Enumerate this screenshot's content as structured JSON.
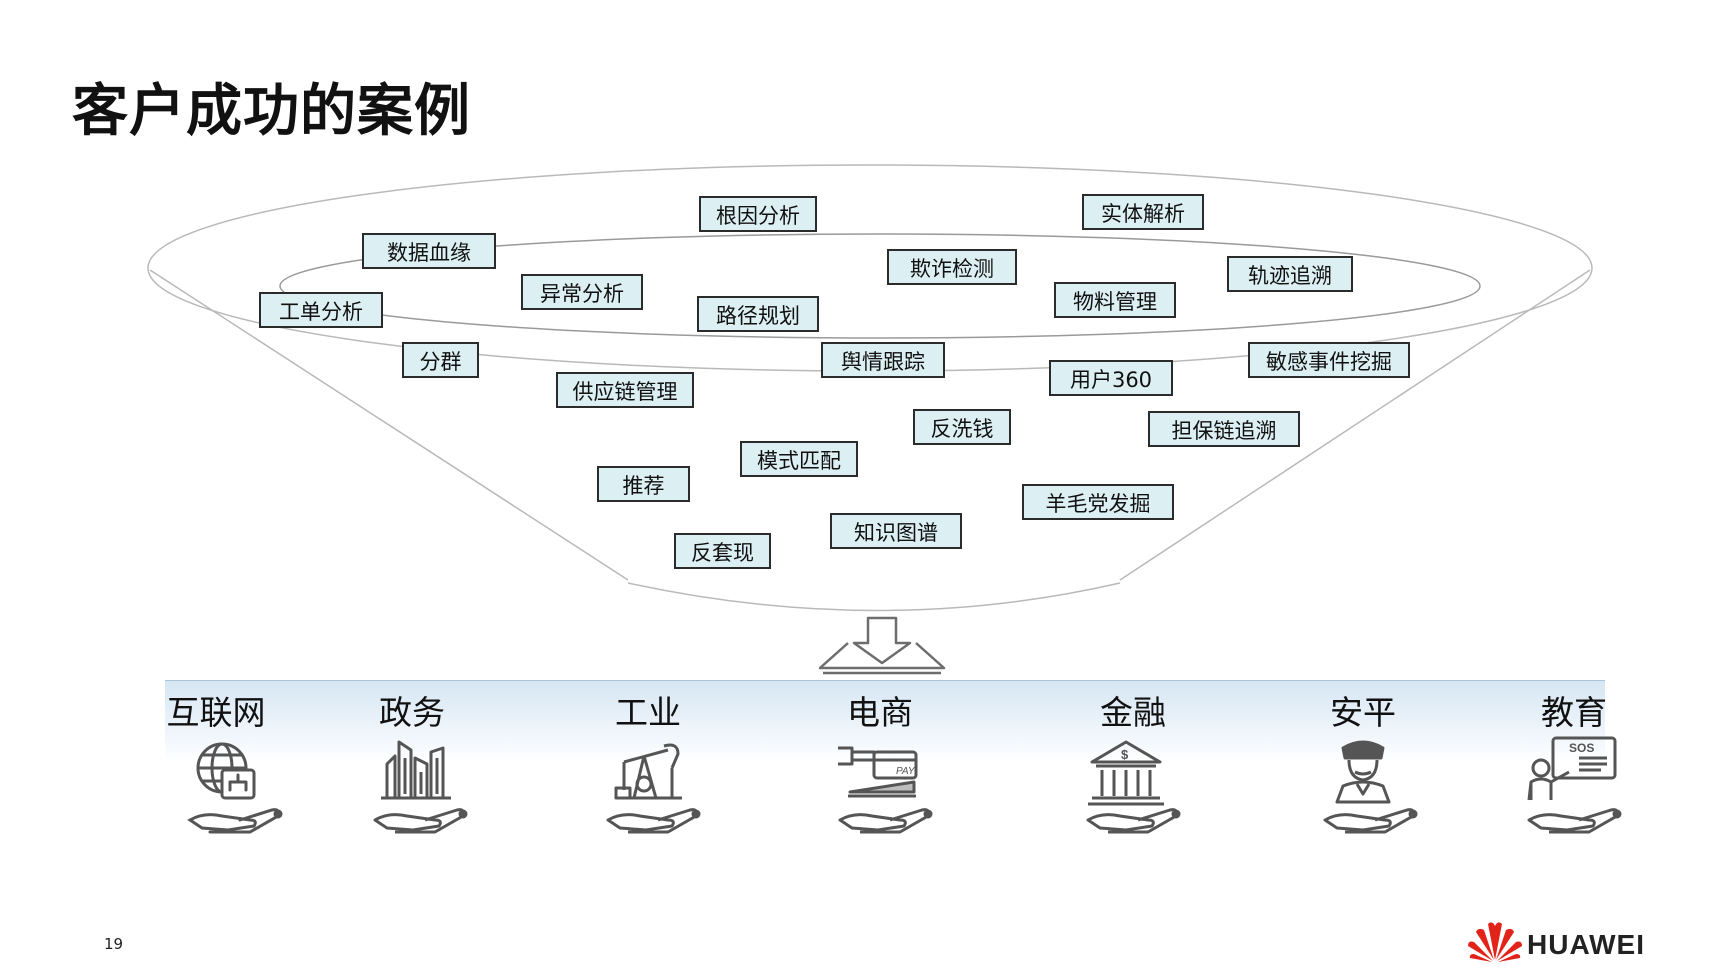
{
  "page": {
    "title": "客户成功的案例",
    "page_number": "19",
    "brand": "HUAWEI"
  },
  "funnel": {
    "tags": [
      "根因分析",
      "实体解析",
      "数据血缘",
      "欺诈检测",
      "轨迹追溯",
      "异常分析",
      "物料管理",
      "工单分析",
      "路径规划",
      "分群",
      "舆情跟踪",
      "敏感事件挖掘",
      "用户360",
      "供应链管理",
      "反洗钱",
      "担保链追溯",
      "模式匹配",
      "推荐",
      "羊毛党发掘",
      "知识图谱",
      "反套现"
    ]
  },
  "industries": [
    {
      "label": "互联网",
      "icon": "globe-network-icon"
    },
    {
      "label": "政务",
      "icon": "city-buildings-icon"
    },
    {
      "label": "工业",
      "icon": "oil-pump-icon"
    },
    {
      "label": "电商",
      "icon": "payment-card-icon"
    },
    {
      "label": "金融",
      "icon": "bank-icon"
    },
    {
      "label": "安平",
      "icon": "police-officer-icon"
    },
    {
      "label": "教育",
      "icon": "teacher-board-icon"
    }
  ],
  "colors": {
    "tag_fill": "#dceff3",
    "tag_border": "#2b2b2b",
    "band_top": "#d6e6f3",
    "logo_red": "#e2231a",
    "icon_gray": "#555555"
  }
}
